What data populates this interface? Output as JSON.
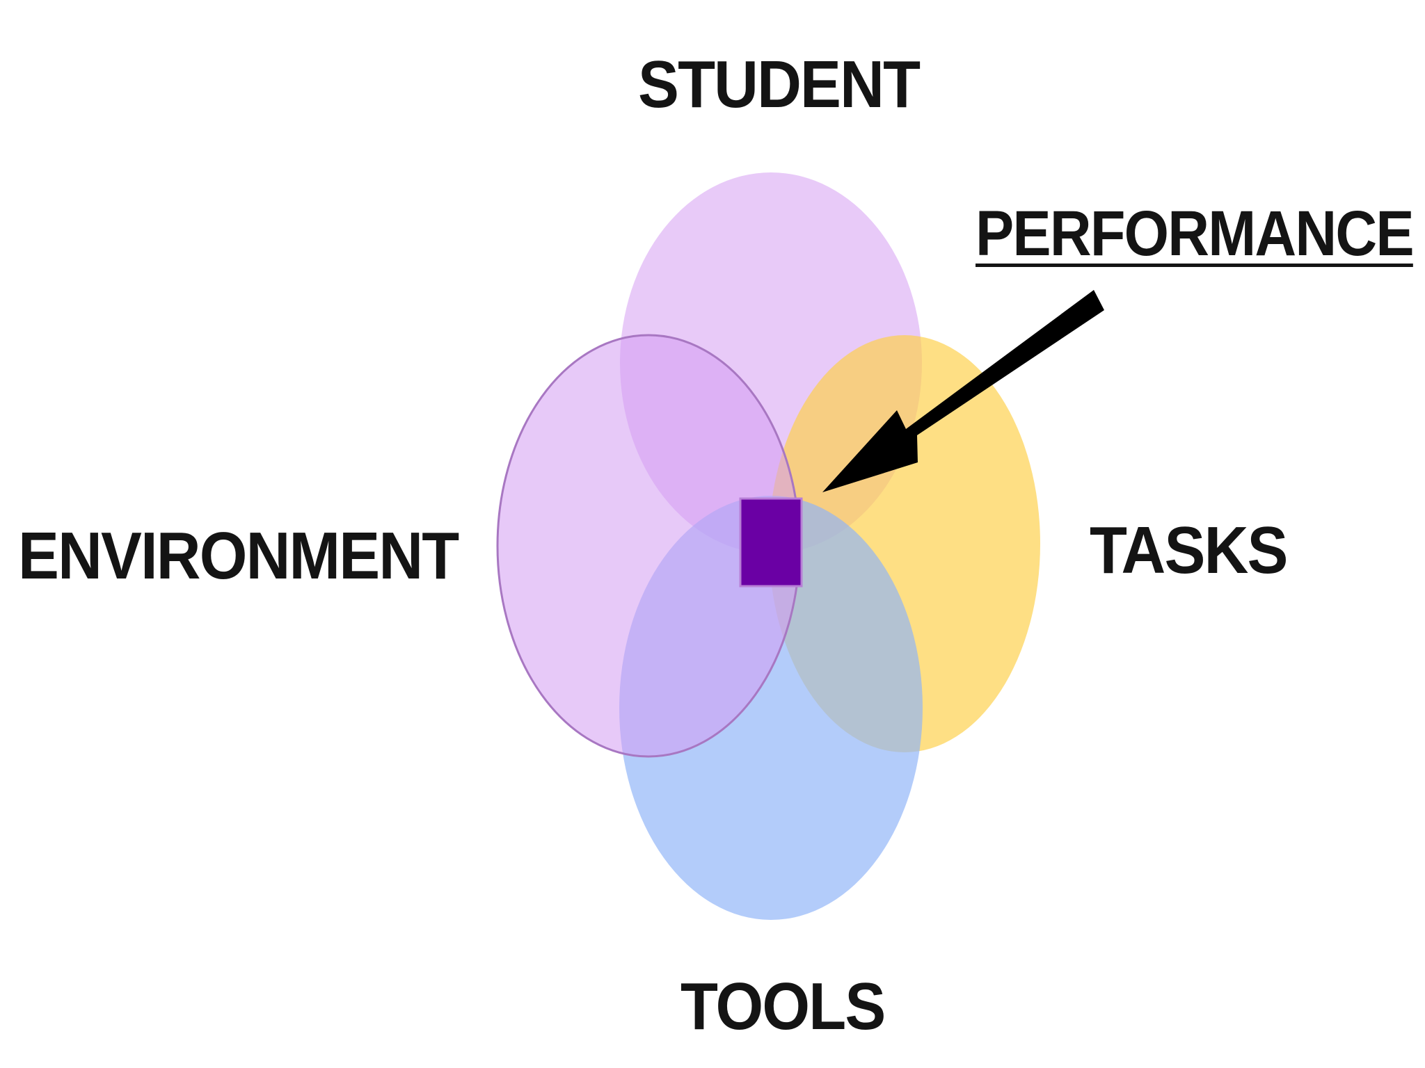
{
  "labels": {
    "student": "STUDENT",
    "environment": "ENVIRONMENT",
    "tasks": "TASKS",
    "tools": "TOOLS",
    "performance": "PERFORMANCE"
  },
  "colors": {
    "student": "#d8a6f4",
    "environment": "#d39cf2",
    "tasks": "#fdd04a",
    "tools": "#8fb4f8",
    "center": "#6a00a4",
    "arrow": "#000000",
    "text": "#141414"
  }
}
